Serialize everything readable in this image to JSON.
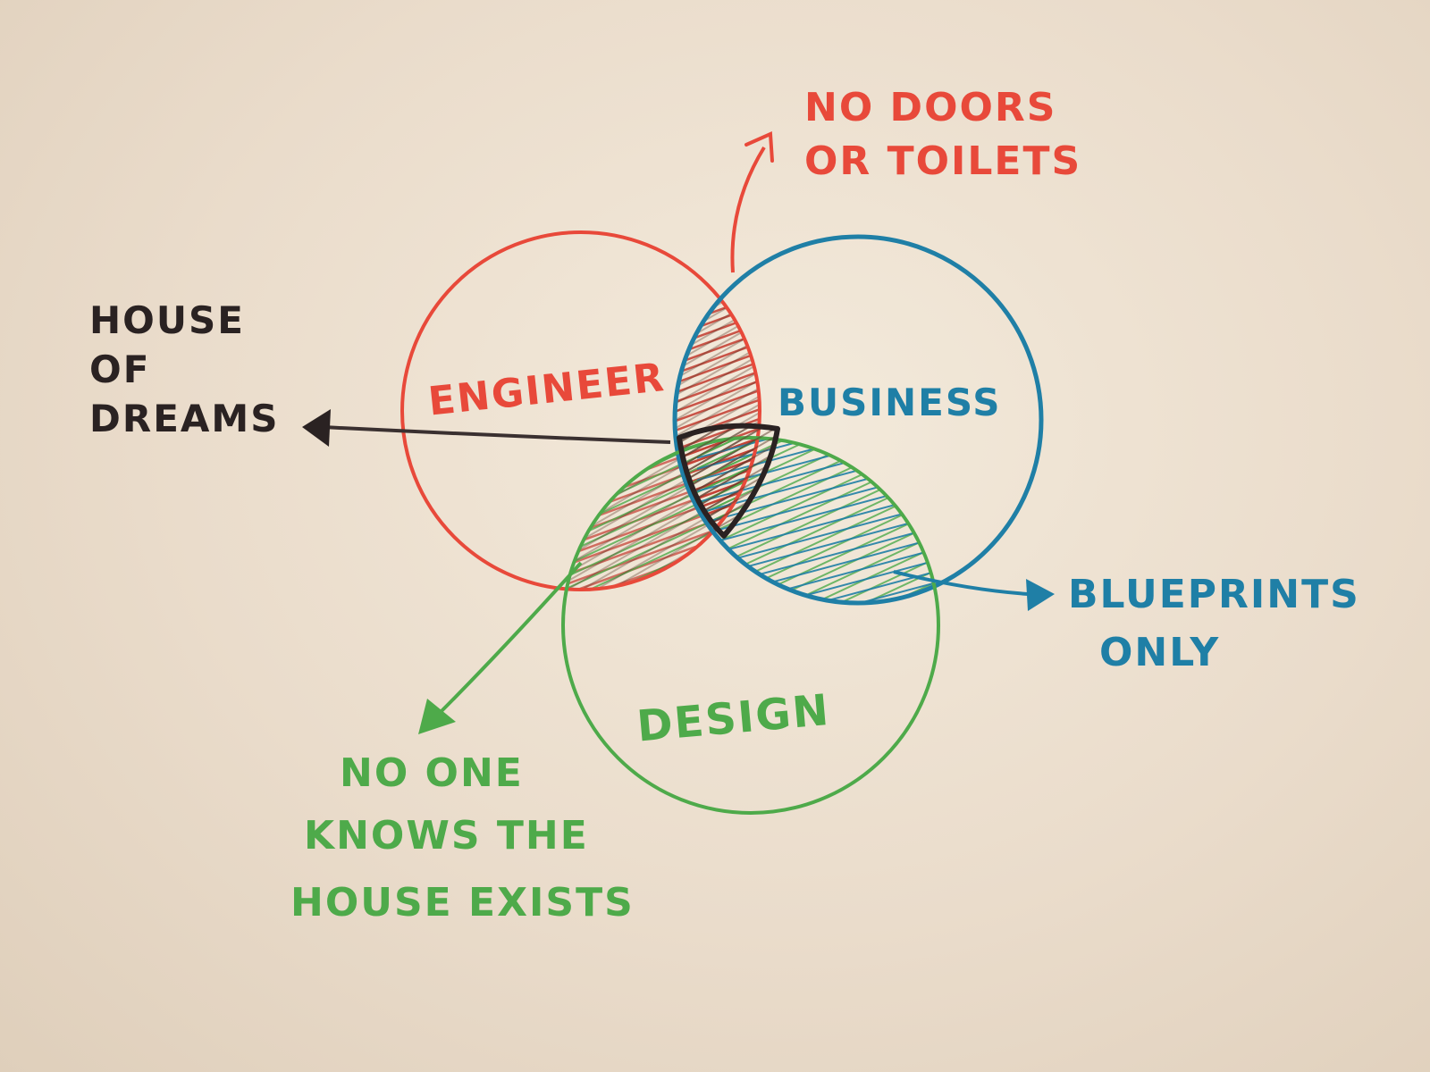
{
  "diagram": {
    "circles": {
      "engineer": {
        "label": "ENGINEER",
        "color": "#e8493a"
      },
      "business": {
        "label": "BUSINESS",
        "color": "#1f7fa6"
      },
      "design": {
        "label": "DESIGN",
        "color": "#4eaa4a"
      }
    },
    "annotations": {
      "center": {
        "lines": [
          "HOUSE",
          "OF",
          "DREAMS"
        ],
        "color": "#2a2222"
      },
      "engineer_business": {
        "lines": [
          "NO DOORS",
          "OR TOILETS"
        ],
        "color": "#e8493a"
      },
      "business_design": {
        "lines": [
          "BLUEPRINTS",
          "ONLY"
        ],
        "color": "#1f7fa6"
      },
      "engineer_design": {
        "lines": [
          "NO ONE",
          "KNOWS THE",
          "HOUSE EXISTS"
        ],
        "color": "#4eaa4a"
      }
    }
  }
}
